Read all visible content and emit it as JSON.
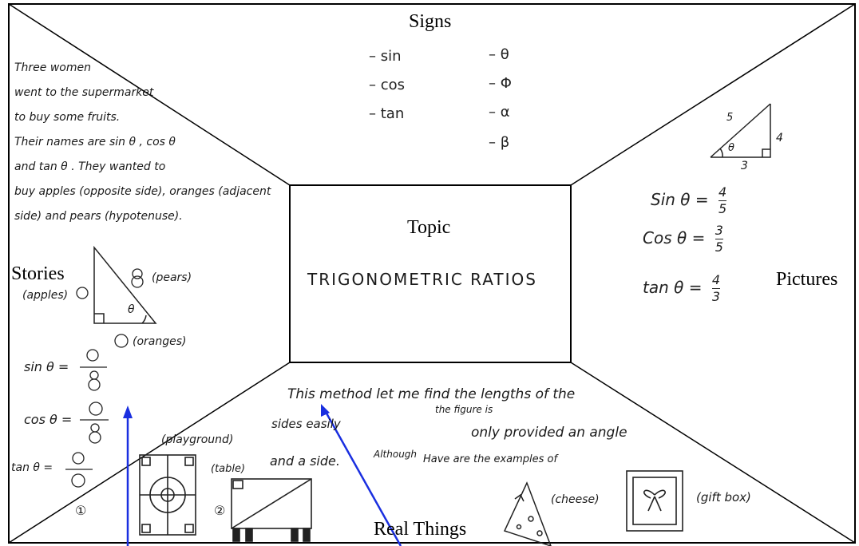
{
  "headings": {
    "signs": "Signs",
    "topic": "Topic",
    "stories": "Stories",
    "pictures": "Pictures",
    "real_things": "Real Things"
  },
  "topic_text": "TRIGONOMETRIC RATIOS",
  "signs_list": {
    "functions": [
      "sin",
      "cos",
      "tan"
    ],
    "angles": [
      "θ",
      "Φ",
      "α",
      "β"
    ]
  },
  "story": {
    "lines": [
      "Three women",
      "went to the supermarket",
      "to buy some fruits.",
      "Their names are sin θ , cos θ",
      "and tan θ . They wanted to",
      "buy apples (opposite side), oranges (adjacent",
      "side) and pears (hypotenuse)."
    ],
    "label_apples": "(apples)",
    "label_pears": "(pears)",
    "label_oranges": "(oranges)",
    "angle_symbol": "θ",
    "formula_sin": "sin θ =",
    "formula_cos": "cos θ =",
    "formula_tan": "tan θ ="
  },
  "pictures": {
    "side_hyp": "5",
    "side_opp": "4",
    "side_adj": "3",
    "angle": "θ",
    "sin_label": "Sin θ =",
    "sin_num": "4",
    "sin_den": "5",
    "cos_label": "Cos θ =",
    "cos_num": "3",
    "cos_den": "5",
    "tan_label": "tan θ =",
    "tan_num": "4",
    "tan_den": "3"
  },
  "real_things": {
    "line1": "This method let me find the lengths of the",
    "line2_a": "sides easily",
    "line2_insert": "the figure is",
    "line2_b": "only provided an angle",
    "line3_a": "and a side.",
    "line3_b": "Although",
    "line3_c": "Have are the examples of",
    "label_playground": "(playground)",
    "label_table": "(table)",
    "label_cheese": "(cheese)",
    "label_gift": "(gift box)",
    "num_1": "①",
    "num_2": "②"
  },
  "colors": {
    "ink": "#1a1a1a",
    "arrow": "#1a2fe0"
  }
}
